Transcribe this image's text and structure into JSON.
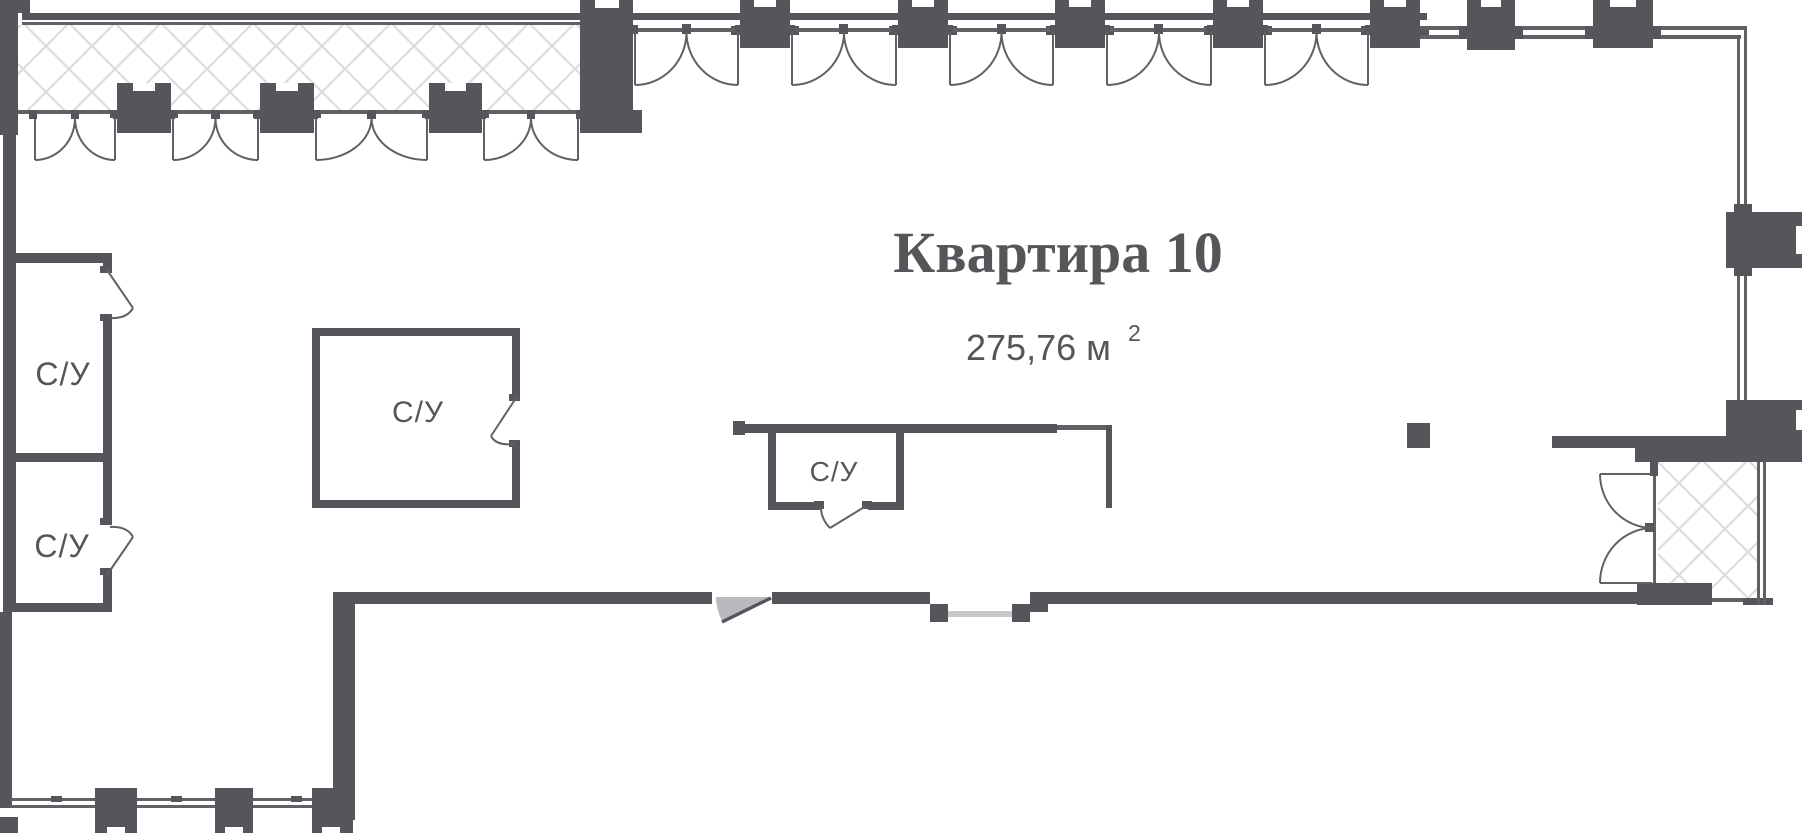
{
  "plan": {
    "title": "Квартира 10",
    "area_main": "275,76 м",
    "area_sup": "2",
    "rooms": [
      {
        "id": "bathroom-left-top",
        "label": "С/У"
      },
      {
        "id": "bathroom-left-bottom",
        "label": "С/У"
      },
      {
        "id": "bathroom-center",
        "label": "С/У"
      },
      {
        "id": "bathroom-hall",
        "label": "С/У"
      }
    ],
    "colors": {
      "wall": "#54565b",
      "hatch": "#dcdcdc",
      "door_leaf": "#5f6165",
      "entry_fan": "#b9babd",
      "threshold": "#c7c8ca",
      "text": "#55565a",
      "background": "#ffffff"
    }
  }
}
